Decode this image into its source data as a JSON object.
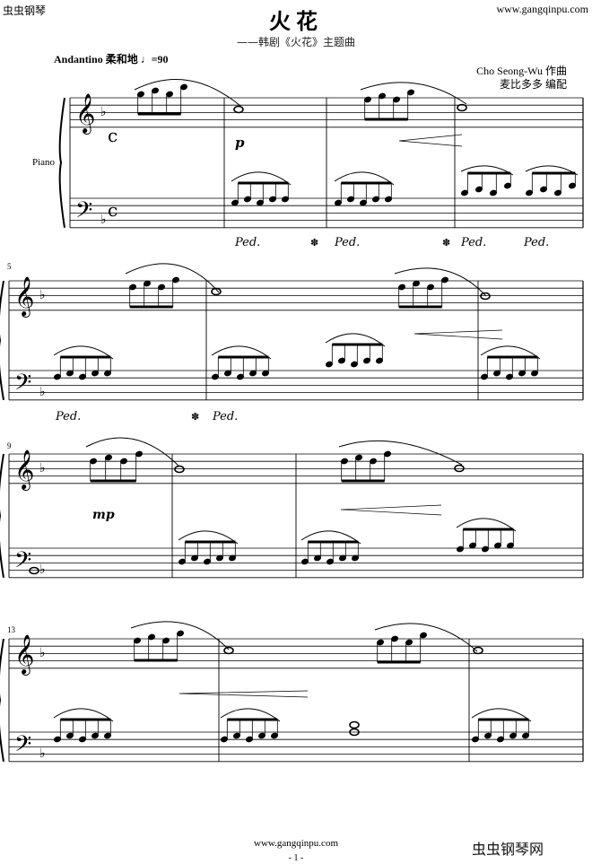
{
  "header": {
    "site_left": "虫虫钢琴",
    "site_right": "www.gangqinpu.com",
    "title": "火花",
    "subtitle": "——韩剧《火花》主题曲",
    "tempo": "Andantino 柔和地",
    "tempo_value": "=90",
    "composer": "Cho Seong-Wu  作曲",
    "arranger": "麦比多多    编配",
    "instrument": "Piano"
  },
  "score": {
    "time_signature": "c",
    "dynamic_1": "p",
    "dynamic_2": "mp",
    "pedal_mark": "Ped.",
    "pedal_release": "✽",
    "measure_numbers": [
      "5",
      "9",
      "13"
    ]
  },
  "footer": {
    "url": "www.gangqinpu.com",
    "page": "- 1 -",
    "watermark_text": "虫虫钢琴网"
  }
}
